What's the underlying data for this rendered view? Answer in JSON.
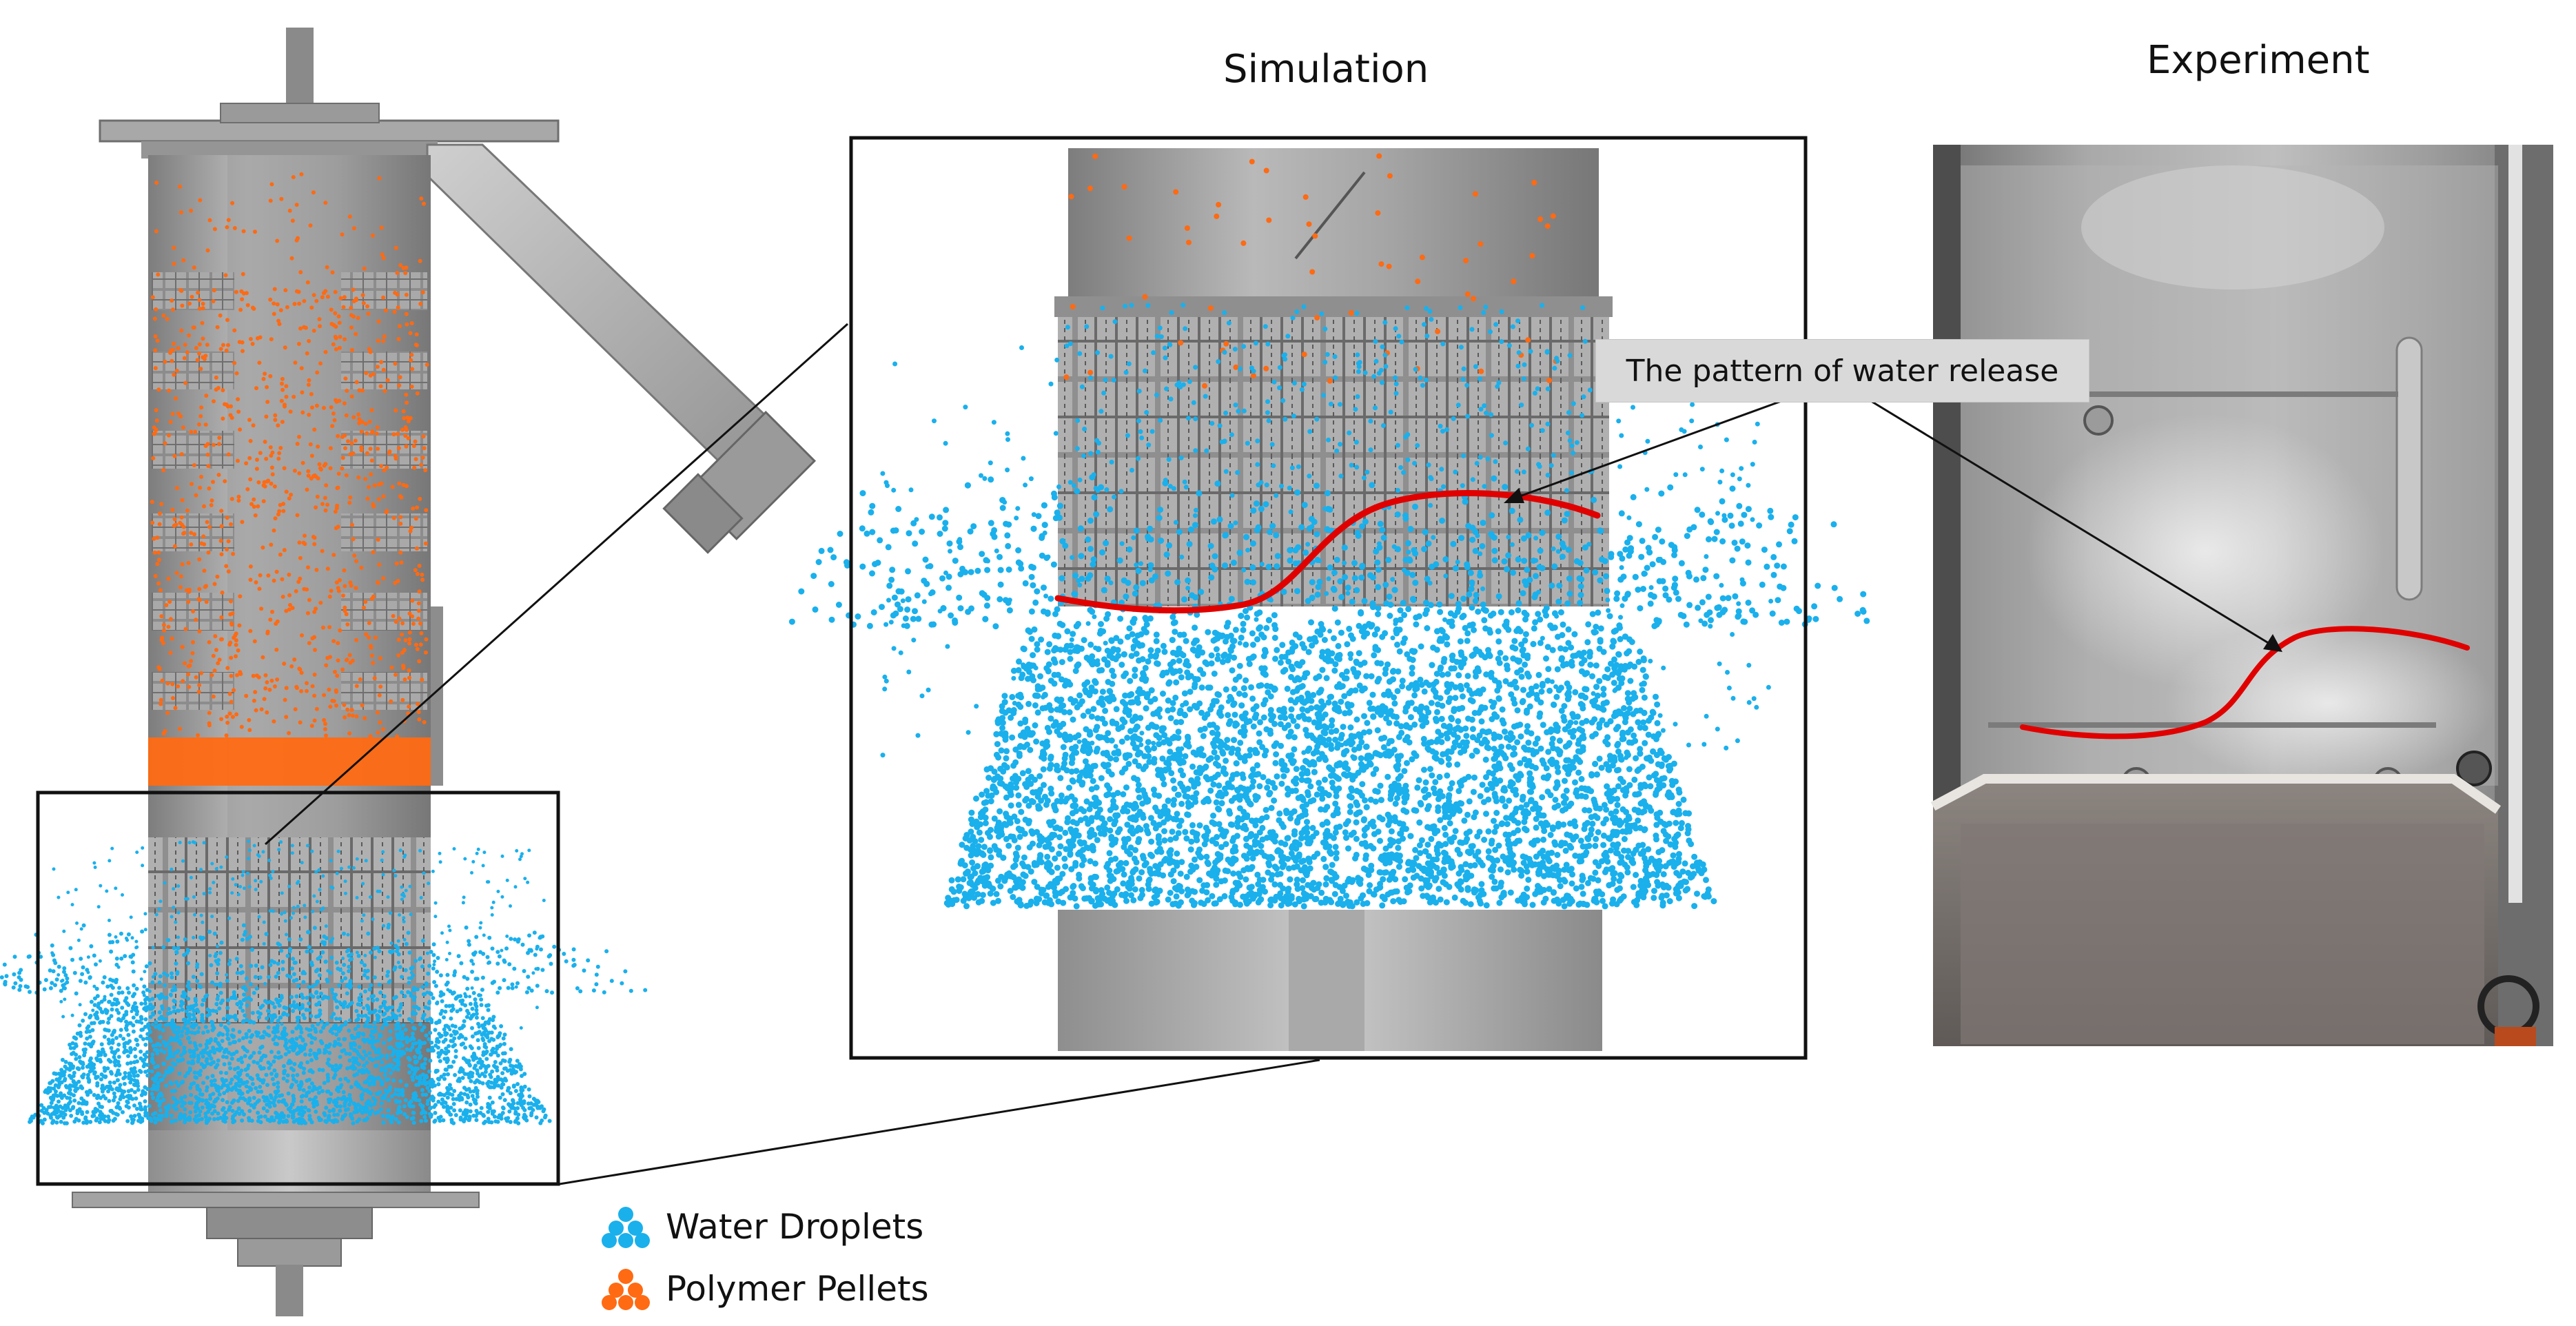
{
  "titles": {
    "simulation": "Simulation",
    "experiment": "Experiment"
  },
  "callout": {
    "text": "The pattern of water release"
  },
  "legend": {
    "items": [
      {
        "label": "Water Droplets",
        "icon": "cluster-icon",
        "color": "#1ab0ec"
      },
      {
        "label": "Polymer Pellets",
        "icon": "cluster-icon",
        "color": "#ff6a13"
      }
    ]
  },
  "colors": {
    "water": "#1ab0ec",
    "polymer": "#ff6a13",
    "release_line": "#e00000",
    "machine_gray": "#9a9a9a",
    "frame": "#111111"
  }
}
